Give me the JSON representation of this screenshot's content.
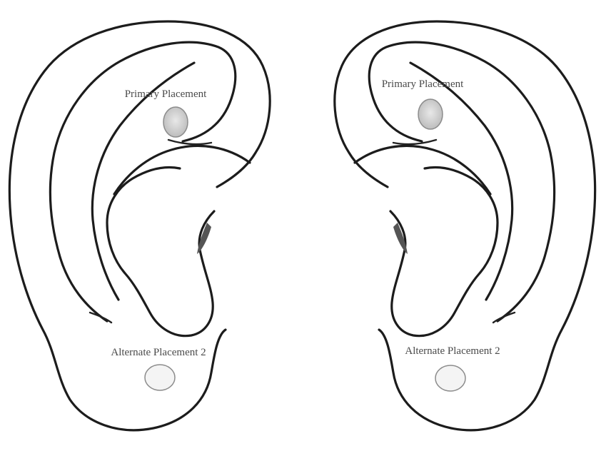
{
  "labels": {
    "primary": "Primary Placement",
    "alternate": "Alternate Placement 2"
  },
  "colors": {
    "line": "#1c1c1c",
    "primary_fill": "#d9d9d9",
    "alternate_fill": "#f4f4f4",
    "tragus_shadow": "#555555",
    "label_text": "#4a4a4a"
  },
  "ears": [
    "left-ear",
    "right-ear"
  ]
}
